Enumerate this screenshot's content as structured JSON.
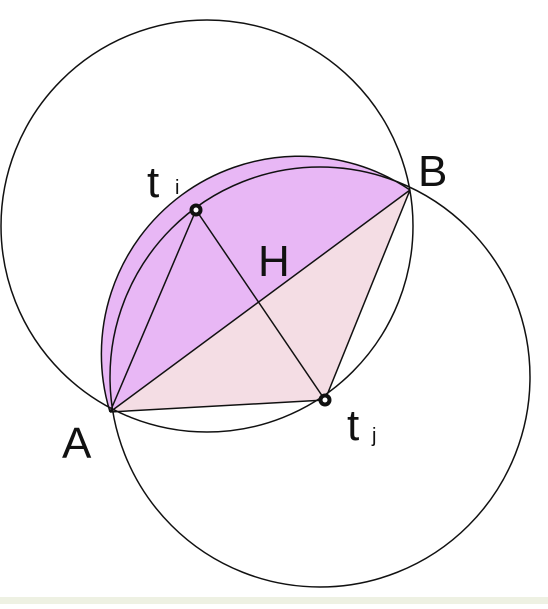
{
  "diagram": {
    "points": {
      "A": "A",
      "B": "B",
      "H": "H",
      "ti": {
        "base": "t",
        "sub": "i"
      },
      "tj": {
        "base": "t",
        "sub": "j"
      }
    },
    "colors": {
      "lens_region": "#e8b7f5",
      "triangle_region": "#f4dde4",
      "stroke": "#111111",
      "background": "#ffffff",
      "bottom_strip": "#eef1e3"
    }
  }
}
